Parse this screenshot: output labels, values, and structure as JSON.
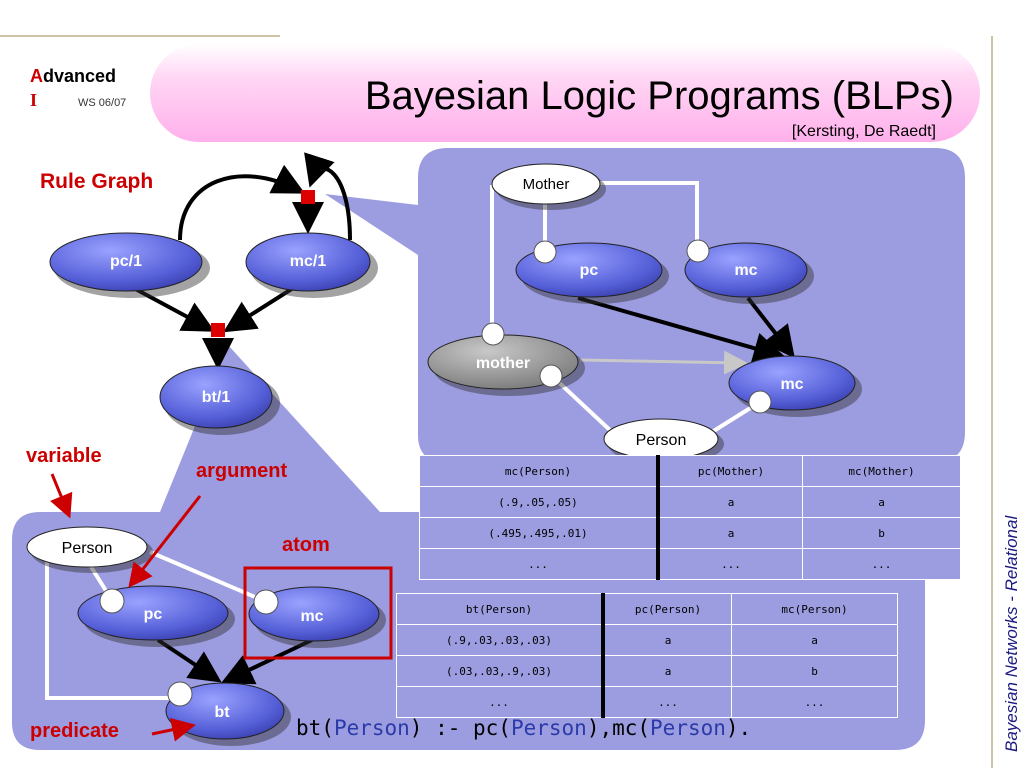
{
  "header": {
    "brand_first_letter": "A",
    "brand_rest": "dvanced",
    "brand_second_line": "I",
    "semester": "WS 06/07",
    "title": "Bayesian Logic Programs (BLPs)",
    "citation": "[Kersting, De Raedt]"
  },
  "side_label": "Bayesian Networks  - Relational",
  "labels": {
    "rule_graph": "Rule Graph",
    "variable": "variable",
    "argument": "argument",
    "atom": "atom",
    "predicate": "predicate"
  },
  "rule_graph_nodes": {
    "pc": "pc/1",
    "mc": "mc/1",
    "bt": "bt/1"
  },
  "top_clause": {
    "mother_head": "Mother",
    "pc": "pc",
    "mc_top": "mc",
    "mother": "mother",
    "mc_bottom": "mc",
    "person": "Person"
  },
  "bottom_clause": {
    "person": "Person",
    "pc": "pc",
    "mc": "mc",
    "bt": "bt"
  },
  "table_mc": {
    "headers": [
      "mc(Person)",
      "pc(Mother)",
      "mc(Mother)"
    ],
    "rows": [
      [
        "(.9,.05,.05)",
        "a",
        "a"
      ],
      [
        "(.495,.495,.01)",
        "a",
        "b"
      ],
      [
        "...",
        "...",
        "..."
      ]
    ]
  },
  "table_bt": {
    "headers": [
      "bt(Person)",
      "pc(Person)",
      "mc(Person)"
    ],
    "rows": [
      [
        "(.9,.03,.03,.03)",
        "a",
        "a"
      ],
      [
        "(.03,.03,.9,.03)",
        "a",
        "b"
      ],
      [
        "...",
        "...",
        "..."
      ]
    ]
  },
  "rule": {
    "p1": "bt(",
    "v1": "Person",
    "p2": ") :- pc(",
    "v2": "Person",
    "p3": "),mc(",
    "v3": "Person",
    "p4": ")."
  },
  "colors": {
    "panel": "#9c9ce0",
    "node_blue": "#6a72e0",
    "label_red": "#cc0000",
    "title_pink": "#ffb0ec"
  }
}
